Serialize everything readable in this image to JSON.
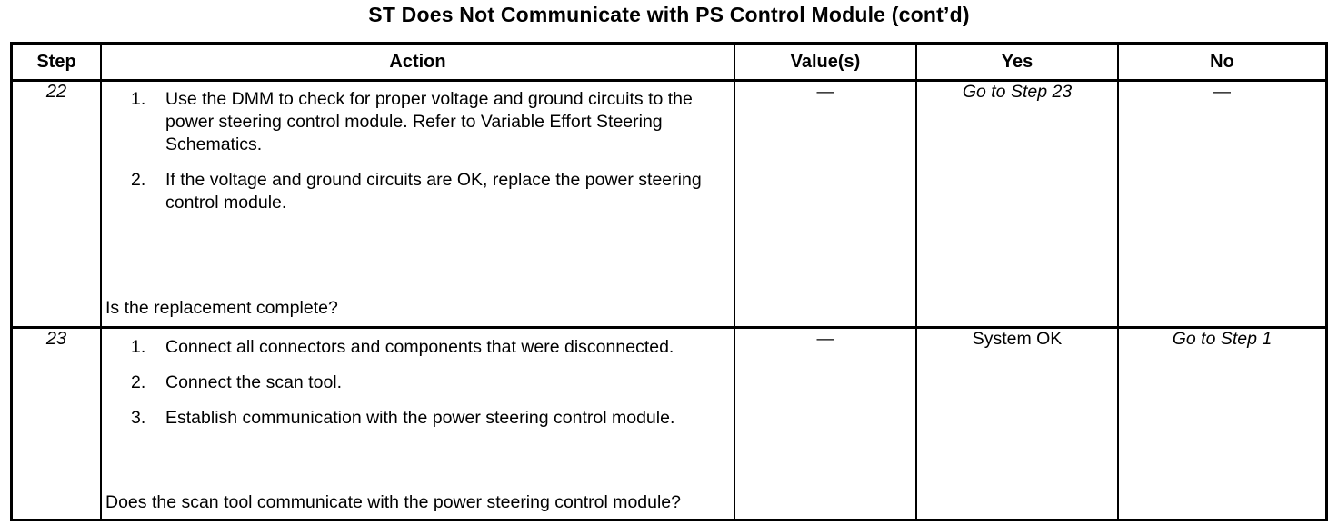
{
  "document": {
    "title": "ST Does Not Communicate with PS Control Module (cont’d)"
  },
  "table": {
    "headers": {
      "step": "Step",
      "action": "Action",
      "values": "Value(s)",
      "yes": "Yes",
      "no": "No"
    },
    "rows": [
      {
        "step": "22",
        "action_items": [
          {
            "num": "1.",
            "text": "Use the DMM to check for proper voltage and ground circuits to the power steering control module. Refer to Variable Effort Steering Schematics."
          },
          {
            "num": "2.",
            "text": "If the voltage and ground circuits are OK, replace the power steering control module."
          }
        ],
        "question": "Is the replacement complete?",
        "value": "—",
        "yes": "Go to Step 23",
        "no": "—"
      },
      {
        "step": "23",
        "action_items": [
          {
            "num": "1.",
            "text": "Connect all connectors and components that were disconnected."
          },
          {
            "num": "2.",
            "text": "Connect the scan tool."
          },
          {
            "num": "3.",
            "text": "Establish communication with the power steering control module."
          }
        ],
        "question": "Does the scan tool communicate with the power steering control module?",
        "value": "—",
        "yes": "System OK",
        "no": "Go to Step 1"
      }
    ]
  }
}
